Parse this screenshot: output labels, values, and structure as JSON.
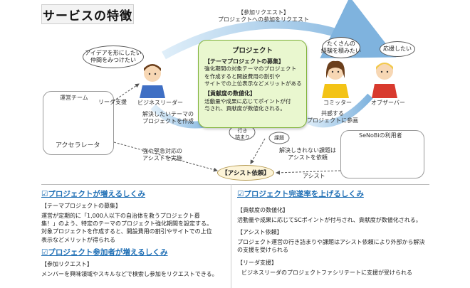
{
  "title": "サービスの特徴",
  "labels": {
    "join_request": "【参加リクエスト】\nプロジェクトへの参加をリクエスト",
    "bubble_idea": "アイデアを形にしたい\n仲間をみつけたい",
    "bubble_experience": "たくさんの\n経験を積みたい",
    "bubble_support": "応援したい",
    "business_leader": "ビジネスリーダー",
    "committer": "コミッター",
    "observer": "オブザーバー",
    "accelerator_team": "運営チーム",
    "accelerator": "アクセラレータ",
    "leader_support": "リーダ支援",
    "solve_theme": "解決したいテーマの\nプロジェクトを作成",
    "empathy": "共感する\nプロジェクトに参画",
    "stuck": "行き\n詰まり",
    "issue": "課題",
    "unsolved": "解決しきれない課題は\nアシストを依頼",
    "strong_help": "強や堅急対応の\nアシストを実施",
    "senobi_users": "SeNoBiの利用者",
    "assist_request": "【アシスト依頼】",
    "assist": "アシスト"
  },
  "project": {
    "title": "プロジェクト",
    "theme_head": "【テーマプロジェクトの募集】",
    "theme_body": "強化期間の対象テーマのプロジェクト\nを作成すると開設費用の割引や\nサイトでの上位表示などメリットがある",
    "contrib_head": "【貢献度の数値化】",
    "contrib_body": "活動量や成果に応じてポイントが付\n与され、貢献度が数値化される。"
  },
  "left": {
    "sec1_title": "☑プロジェクトが増えるしくみ",
    "sec1_sub": "【テーマプロジェクトの募集】",
    "sec1_body": "運営が定期的に「1,000人以下の自治体を救うプロジェクト募\n集！」のよう、特定のテーマのプロジェクト強化期間を設定する。\n対象プロジェクトを作成すると、開設費用の割引やサイトでの上位\n表示などメリットが得られる",
    "sec2_title": "☑プロジェクト参加者が増えるしくみ",
    "sec2_sub": "【参加リクエスト】",
    "sec2_body": "メンバーを興味領域やスキルなどで検索し参加をリクエストできる。"
  },
  "right": {
    "sec_title": "☑プロジェクト完遂率を上げるしくみ",
    "i1_sub": "【貢献度の数値化】",
    "i1_body": "活動量や成果に応じてSCポイントが付与され、貢献度が数値化される。",
    "i2_sub": "【アシスト依頼】",
    "i2_body": "プロジェクト運営の行き詰まりや課題はアシスト依頼により外部から解決\nの支援を受けられる",
    "i3_sub": "【リーダ支援】",
    "i3_body": "ビジネスリーダのプロジェクトファシリテートに支援が受けられる"
  },
  "colors": {
    "arrow_blue": "#6fa8dc",
    "project_fill": "#e9f7cf",
    "project_border": "#7fb23a",
    "section_blue": "#1f6fb5",
    "shirt_blue": "#3f6fc4",
    "shirt_yellow": "#f3c316",
    "shirt_red": "#d83a2e",
    "shirt_green": "#79b83a",
    "hair_brown": "#6b3f1c",
    "skin": "#f7d7b4"
  }
}
